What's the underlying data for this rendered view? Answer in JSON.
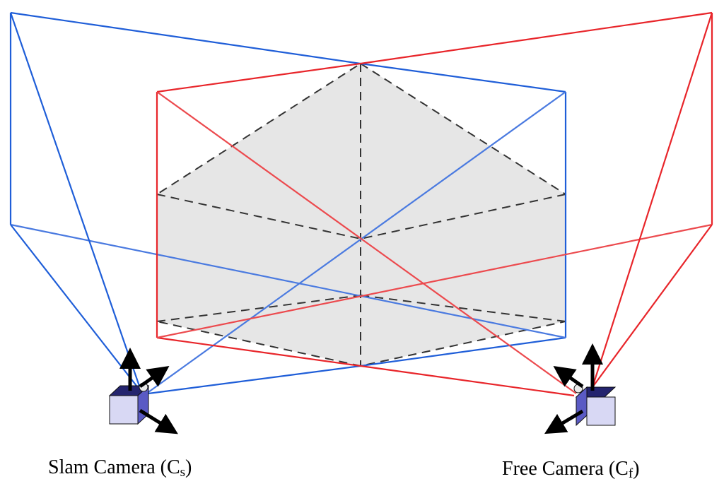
{
  "labels": {
    "slam_camera": {
      "text": "Slam Camera (C",
      "subscript": "s",
      "close": ")"
    },
    "free_camera": {
      "text": "Free Camera (C",
      "subscript": "f",
      "close": ")"
    }
  },
  "colors": {
    "slam_frustum": "#1f5ed8",
    "free_frustum": "#e8252a",
    "volume_fill": "#e6e6e6",
    "volume_edges": "#333333",
    "camera_body_front": "#d8d8f4",
    "camera_body_top": "#24246e",
    "camera_body_side": "#5a5ac4",
    "axis_arrows": "#000000"
  }
}
